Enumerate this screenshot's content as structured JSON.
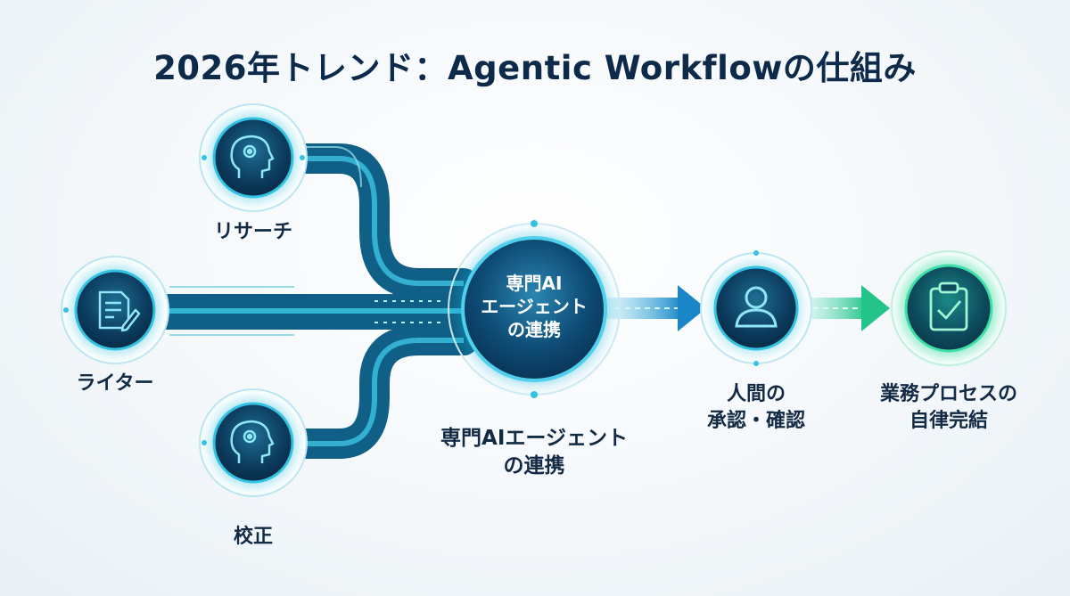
{
  "title": "2026年トレンド：Agentic Workflowの仕組み",
  "agents": [
    {
      "label": "リサーチ",
      "icon": "brain-gear-head-icon"
    },
    {
      "label": "ライター",
      "icon": "document-pen-icon"
    },
    {
      "label": "校正",
      "icon": "brain-gear-head-icon"
    }
  ],
  "hub": {
    "inner_label": "専門AI\nエージェント\nの連携",
    "caption": "専門AIエージェント\nの連携"
  },
  "approval": {
    "label": "人間の\n承認・確認",
    "icon": "person-icon"
  },
  "completion": {
    "label": "業務プロセスの\n自律完結",
    "icon": "clipboard-check-icon"
  },
  "colors": {
    "title": "#0d2a4a",
    "node_dark": "#0b3a5c",
    "node_glow": "#19b6d8",
    "flow": "#1a7fa8",
    "completion_glow": "#2fd69a"
  }
}
